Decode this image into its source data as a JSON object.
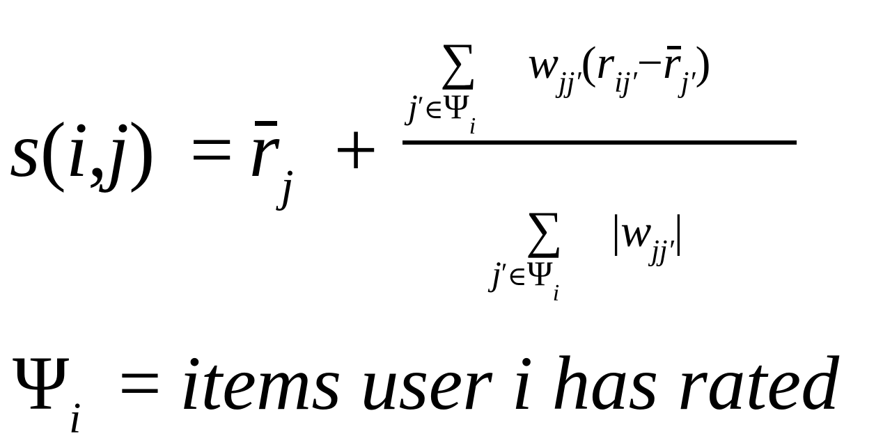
{
  "formula": {
    "lhs": {
      "func": "s",
      "open": "(",
      "arg1": "i",
      "comma": ",",
      "arg2": "j",
      "close": ")",
      "equals": "=",
      "rbar": "r",
      "rbar_sub": "j",
      "plus": "+"
    },
    "numerator": {
      "sum": "∑",
      "under_j": "j",
      "under_prime": "′",
      "under_in": "∈",
      "under_psi": "Ψ",
      "under_i": "i",
      "w": "w",
      "w_sub": "jj′",
      "open": "(",
      "r": "r",
      "r_sub": "ij′",
      "minus": "−",
      "rbar": "r",
      "rbar_sub": "j′",
      "close": ")"
    },
    "denominator": {
      "sum": "∑",
      "under_j": "j",
      "under_prime": "′",
      "under_in": "∈",
      "under_psi": "Ψ",
      "under_i": "i",
      "bar_left": "|",
      "w": "w",
      "w_sub": "jj′",
      "bar_right": "|"
    }
  },
  "definition": {
    "psi": "Ψ",
    "psi_sub": "i",
    "equals": "=",
    "text": "items user i has rated"
  }
}
